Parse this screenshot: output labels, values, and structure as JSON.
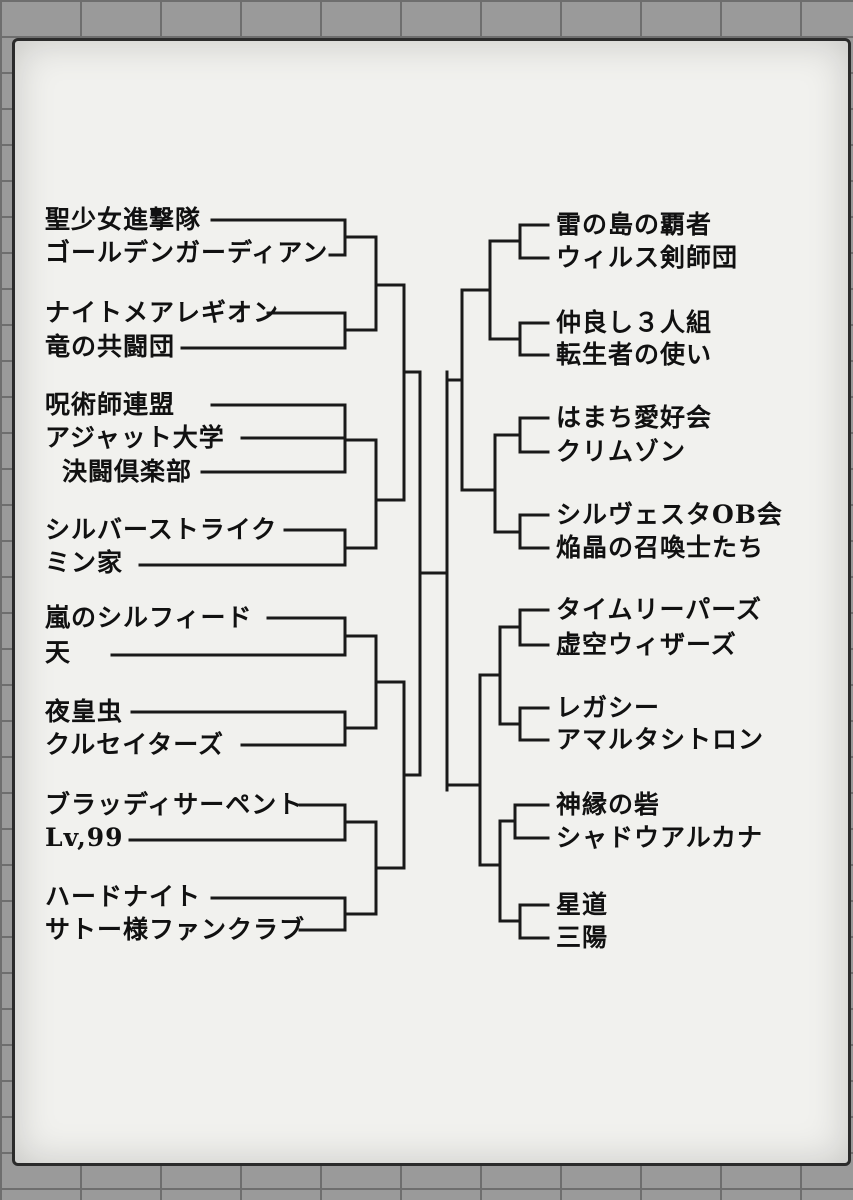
{
  "left_teams": [
    "聖少女進撃隊",
    "ゴールデンガーディアン",
    "ナイトメアレギオン",
    "竜の共闘団",
    "呪術師連盟",
    "アジャット大学",
    "決闘倶楽部",
    "シルバーストライク",
    "ミン家",
    "嵐のシルフィード",
    "天",
    "夜皇虫",
    "クルセイターズ",
    "ブラッディサーペント",
    "Lv,99",
    "ハードナイト",
    "サトー様ファンクラブ"
  ],
  "right_teams": [
    "雷の島の覇者",
    "ウィルス剣師団",
    "仲良し３人組",
    "転生者の使い",
    "はまち愛好会",
    "クリムゾン",
    "シルヴェスタOB会",
    "焔晶の召喚士たち",
    "タイムリーパーズ",
    "虚空ウィザーズ",
    "レガシー",
    "アマルタシトロン",
    "神縁の砦",
    "シャドウアルカナ",
    "星道",
    "三陽"
  ]
}
